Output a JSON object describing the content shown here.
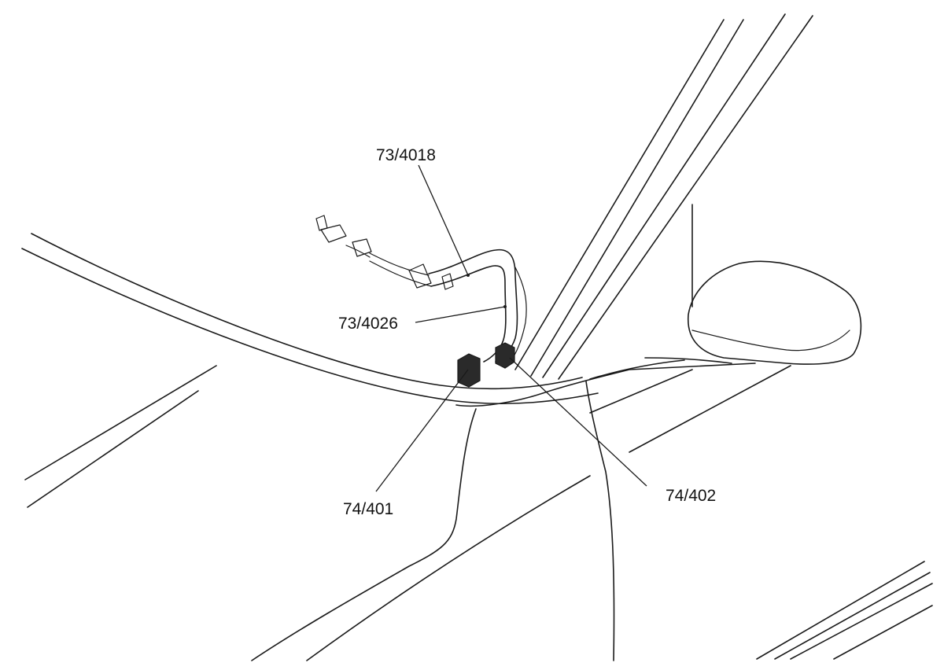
{
  "diagram": {
    "callouts": [
      {
        "id": "c1",
        "text": "73/4018"
      },
      {
        "id": "c2",
        "text": "73/4026"
      },
      {
        "id": "c3",
        "text": "74/401"
      },
      {
        "id": "c4",
        "text": "74/402"
      }
    ]
  }
}
